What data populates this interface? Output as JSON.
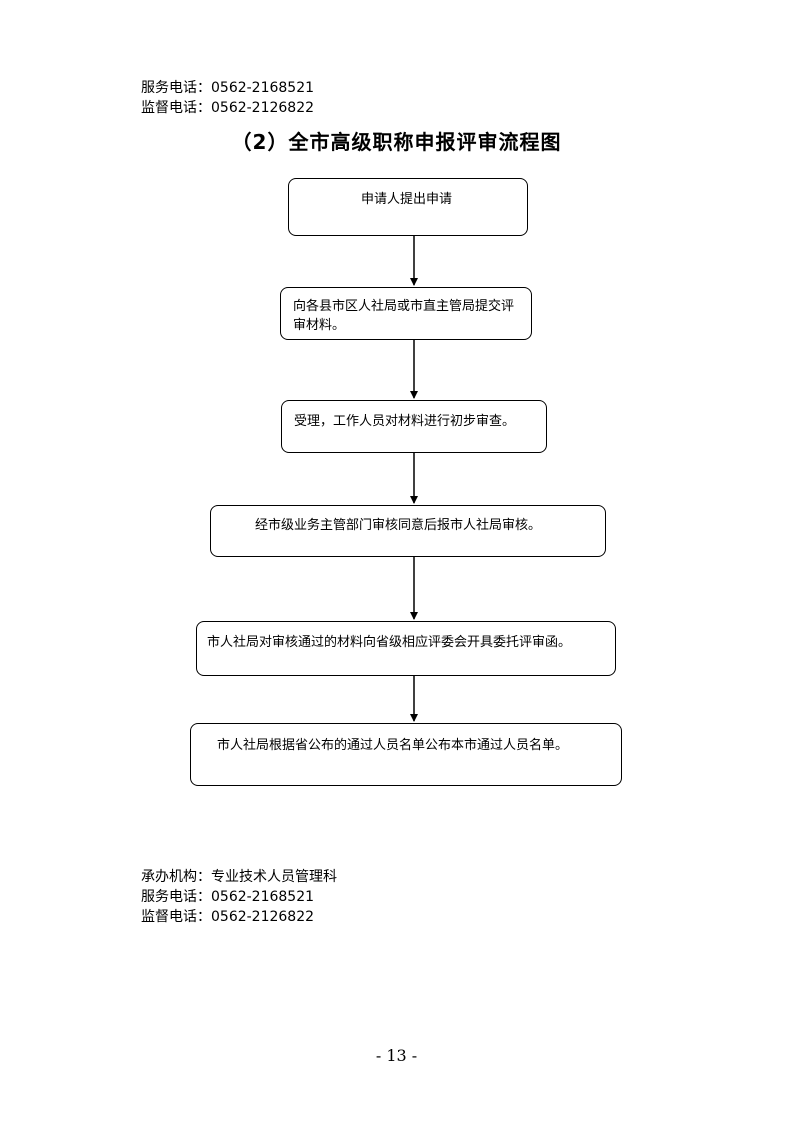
{
  "header": {
    "service_phone": "服务电话：0562-2168521",
    "supervision_phone": "监督电话：0562-2126822"
  },
  "title": "（2）全市高级职称申报评审流程图",
  "flow_steps": [
    "申请人提出申请",
    "向各县市区人社局或市直主管局提交评审材料。",
    "受理，工作人员对材料进行初步审查。",
    "经市级业务主管部门审核同意后报市人社局审核。",
    "市人社局对审核通过的材料向省级相应评委会开具委托评审函。",
    "市人社局根据省公布的通过人员名单公布本市通过人员名单。"
  ],
  "footer": {
    "organizer": "承办机构：专业技术人员管理科",
    "service_phone": "服务电话：0562-2168521",
    "supervision_phone": "监督电话：0562-2126822"
  },
  "page_number": "- 13 -"
}
